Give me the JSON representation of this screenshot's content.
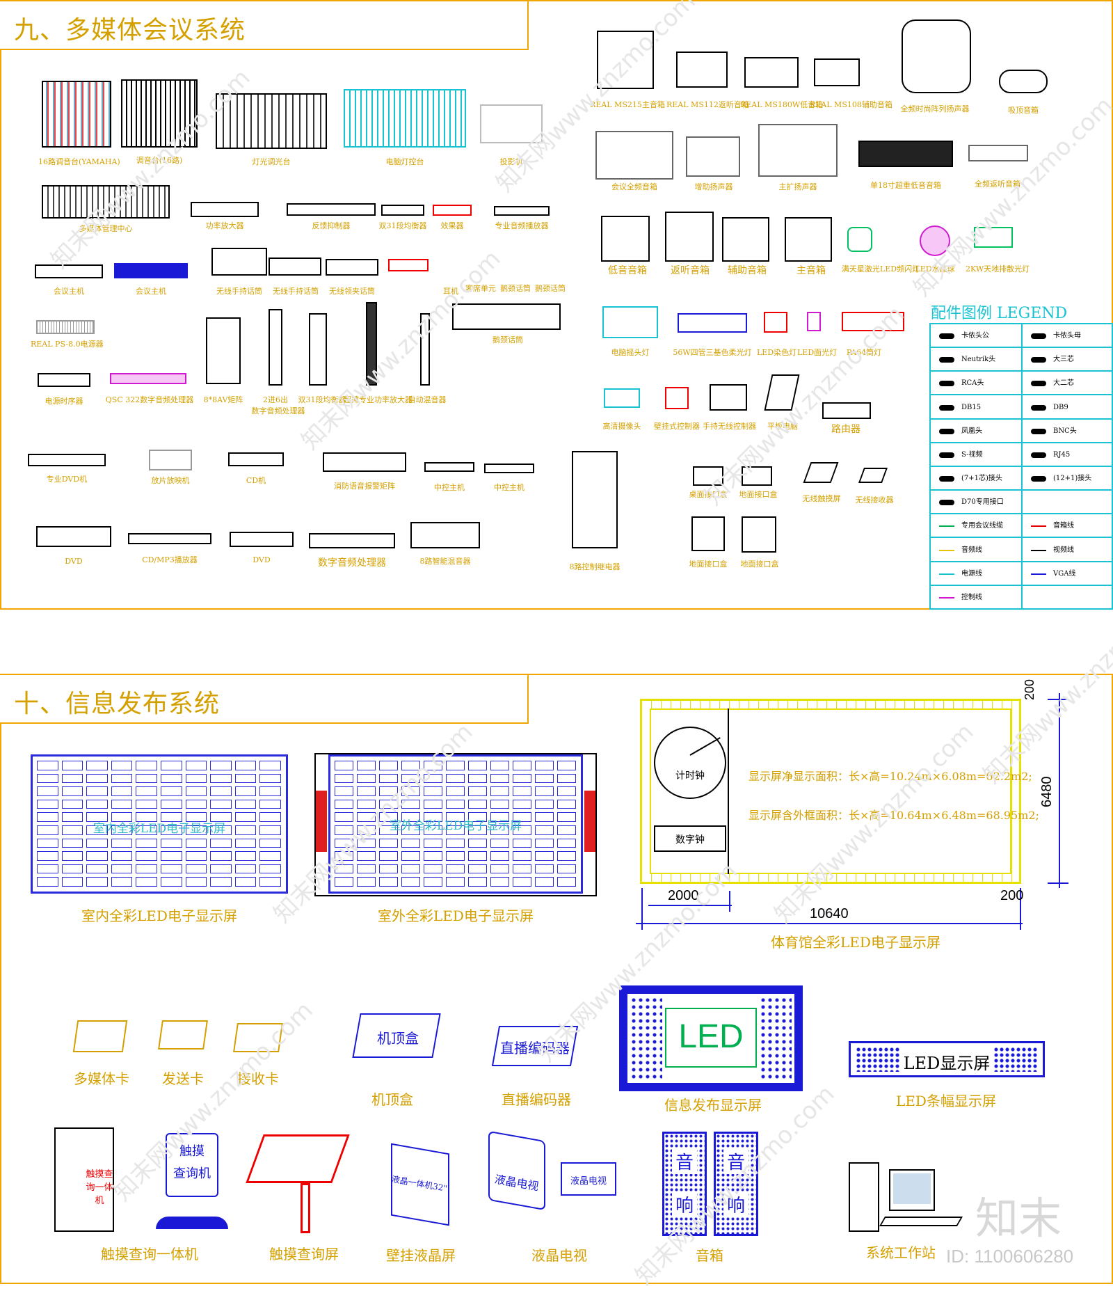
{
  "section9": {
    "title": "九、多媒体会议系统",
    "labels": {
      "mixer16": "16路调音台(YAMAHA)",
      "mixer16b": "调音台(16路)",
      "light_console": "灯光调光台",
      "pc_light_console": "电脑灯控台",
      "projector": "投影机",
      "mm_center": "多媒体管理中心",
      "amp": "功率放大器",
      "feedback": "反馈抑制器",
      "eq31": "双31段均衡器",
      "effects": "效果器",
      "pro_player": "专业音频播放器",
      "conf_host1": "会议主机",
      "conf_host2": "会议主机",
      "wireless_handheld": "无线手持话筒",
      "wireless_hand2": "无线手持话筒",
      "wireless_lav": "无线领夹话筒",
      "earphone": "耳机",
      "guest_unit": "客席单元",
      "gooseneck1": "鹅颈话筒",
      "gooseneck2": "鹅颈话筒",
      "real_ps": "REAL  PS-8.0电源器",
      "power_seq": "电源时序器",
      "qsc": "QSC 322数字音频处理器",
      "av_matrix": "8*8AV矩阵",
      "dsp26": "2进6出",
      "dsp26b": "数字音频处理器",
      "eq31b": "双31段均衡器",
      "super_amp": "超薄专业功率放大器",
      "automixer": "自动混音器",
      "gooseneck3": "鹅颈话筒",
      "dvd_pro": "专业DVD机",
      "tape": "放片放映机",
      "cd": "CD机",
      "fire_alarm": "消防语音报警矩阵",
      "central1": "中控主机",
      "central2": "中控主机",
      "dvd1": "DVD",
      "cdmp3": "CD/MP3播放器",
      "dvd2": "DVD",
      "dsp_big": "数字音频处理器",
      "mixer8": "8路智能混音器",
      "spk_ms215": "REAL MS215主音箱",
      "spk_ms112": "REAL MS112返听音箱",
      "spk_ms180": "REAL MS180W低音箱",
      "spk_ms108": "REAL MS108辅助音箱",
      "column_spk": "全频时尚阵列扬声器",
      "ceiling_spk": "吸顶音箱",
      "conf_full": "会议全频音箱",
      "fill_spk": "增助扬声器",
      "main_pa": "主扩扬声器",
      "sub18": "单18寸超重低音音箱",
      "full_return": "全频返听音箱",
      "low_spk": "低音音箱",
      "return_spk": "返听音箱",
      "aux_spk": "辅助音箱",
      "main_spk": "主音箱",
      "laser": "满天星激光LED频闪灯",
      "crystal": "LED水晶球",
      "uv": "2KW天地排散光灯",
      "moving_head": "电脑摇头灯",
      "par56": "56W四管三基色柔光灯",
      "led_dye": "LED染色灯",
      "led_face": "LED面光灯",
      "pa64": "PA64筒灯",
      "hd_cam": "高清摄像头",
      "wall_ctrl": "壁挂式控制器",
      "handheld_ctrl": "手持无线控制器",
      "tablet": "平板电脑",
      "router": "路由器",
      "relay": "8路控制继电器",
      "floor_box1": "桌面接口盒",
      "floor_box2": "地面接口盒",
      "floor_box3": "地面接口盒",
      "floor_box4": "地面接口盒",
      "touch_panel": "无线触摸屏",
      "receiver": "无线接收器"
    },
    "legend": {
      "title": "配件图例  LEGEND",
      "rows": [
        [
          "卡侬头公",
          "卡侬头母"
        ],
        [
          "Neutrik头",
          "大三芯"
        ],
        [
          "RCA头",
          "大二芯"
        ],
        [
          "DB15",
          "DB9"
        ],
        [
          "凤凰头",
          "BNC头"
        ],
        [
          "S-视频",
          "RJ45"
        ],
        [
          "(7+1芯)接头",
          "(12+1)接头"
        ],
        [
          "D70专用接口",
          ""
        ],
        [
          "专用会议线缆",
          "音箱线"
        ],
        [
          "音频线",
          "视频线"
        ],
        [
          "电源线",
          "VGA线"
        ],
        [
          "控制线",
          ""
        ]
      ],
      "line_colors": [
        "#00b050",
        "#e00000",
        "#e6c200",
        "#000000",
        "#19c3d3",
        "#1a1ad6",
        "#d01ad0"
      ]
    }
  },
  "section10": {
    "title": "十、信息发布系统",
    "indoor_led": "室内全彩LED电子显示屏",
    "outdoor_led": "室外全彩LED电子显示屏",
    "indoor_caption": "室内全彩LED电子显示屏",
    "outdoor_caption": "室外全彩LED电子显示屏",
    "stadium": {
      "clock": "计时钟",
      "digital": "数字钟",
      "net_area": "显示屏净显示面积：长×高=10.24m×6.08m=62.2m2;",
      "total_area": "显示屏含外框面积：长×高=10.64m×6.48m=68.95m2;",
      "dim_2000": "2000",
      "dim_10640": "10640",
      "dim_200a": "200",
      "dim_200b": "200",
      "dim_6480": "6480",
      "caption": "体育馆全彩LED电子显示屏"
    },
    "cards": {
      "mm_card": "多媒体卡",
      "send_card": "发送卡",
      "recv_card": "接收卡"
    },
    "stb": {
      "box_text": "机顶盒",
      "caption": "机顶盒"
    },
    "encoder": {
      "box_text": "直播编码器",
      "caption": "直播编码器"
    },
    "info_screen": {
      "text": "LED",
      "caption": "信息发布显示屏"
    },
    "banner": {
      "text": "LED显示屏",
      "caption": "LED条幅显示屏"
    },
    "kiosk": {
      "text": "触摸查询一体机",
      "caption": "触摸查询一体机"
    },
    "touch_query": {
      "text1": "触摸",
      "text2": "查询机"
    },
    "touch_screen": {
      "caption": "触摸查询屏"
    },
    "wall_lcd": {
      "text": "液晶一体机32\"",
      "caption": "壁挂液晶屏"
    },
    "lcd_tv": {
      "text1": "液晶电视",
      "text2": "液晶电视",
      "caption": "液晶电视"
    },
    "speaker": {
      "c1": "音",
      "c2": "响",
      "c3": "音",
      "c4": "响",
      "caption": "音箱"
    },
    "workstation": {
      "caption": "系统工作站"
    }
  },
  "branding": {
    "logo": "知末",
    "id": "ID: 1100606280"
  },
  "watermark": "知末网www.znzmo.com"
}
